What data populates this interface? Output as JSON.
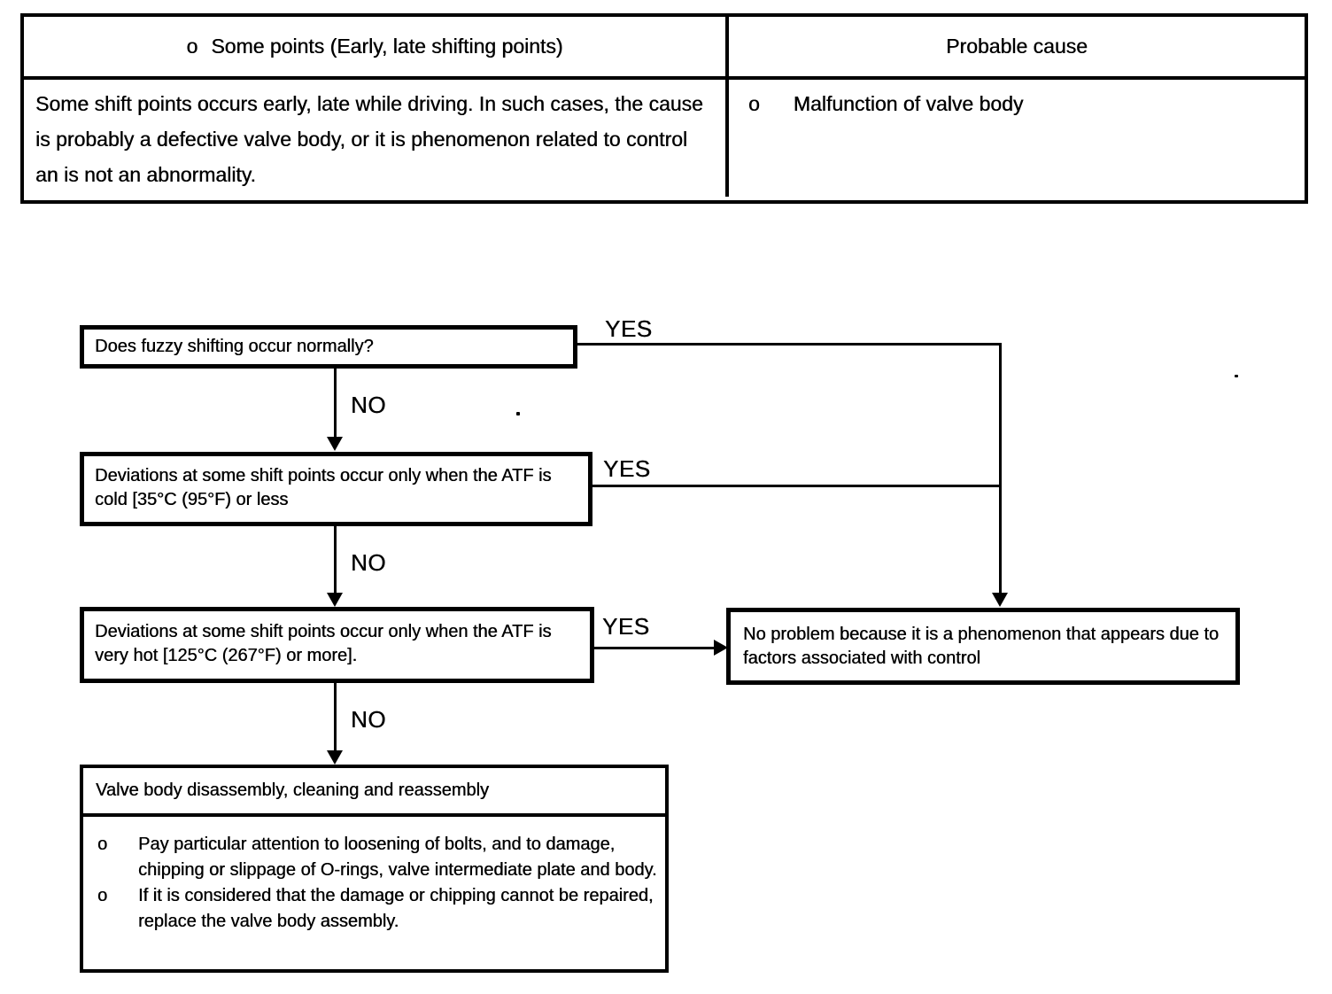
{
  "colors": {
    "ink": "#000000",
    "paper": "#ffffff"
  },
  "table": {
    "header": {
      "symptom_marker": "o",
      "symptom_label": "Some points (Early, late shifting points)",
      "cause_label": "Probable cause"
    },
    "body": {
      "symptom_text": "Some shift points occurs early, late while driving. In such cases, the cause is probably a defective valve body, or it is phenomenon related to control an is not an abnormality.",
      "cause_marker": "o",
      "cause_text": "Malfunction of valve body"
    }
  },
  "flowchart": {
    "labels": {
      "yes": "YES",
      "no": "NO"
    },
    "q1": {
      "text": "Does fuzzy shifting occur normally?"
    },
    "q2": {
      "text": "Deviations at some shift points occur only when the ATF is cold [35°C (95°F) or less"
    },
    "q3": {
      "text": "Deviations at some shift points occur only when the ATF is very hot [125°C (267°F) or more]."
    },
    "result": {
      "text": "No problem because it is a phenomenon that appears due to factors associated with control"
    },
    "action": {
      "title": "Valve body disassembly, cleaning and reassembly",
      "bullets": [
        {
          "marker": "o",
          "text": "Pay particular attention to loosening of bolts, and to damage, chipping or slippage of O-rings, valve intermediate plate and body."
        },
        {
          "marker": "o",
          "text": "If it is considered that the damage or chipping cannot be repaired, replace the valve body assembly."
        }
      ]
    }
  }
}
